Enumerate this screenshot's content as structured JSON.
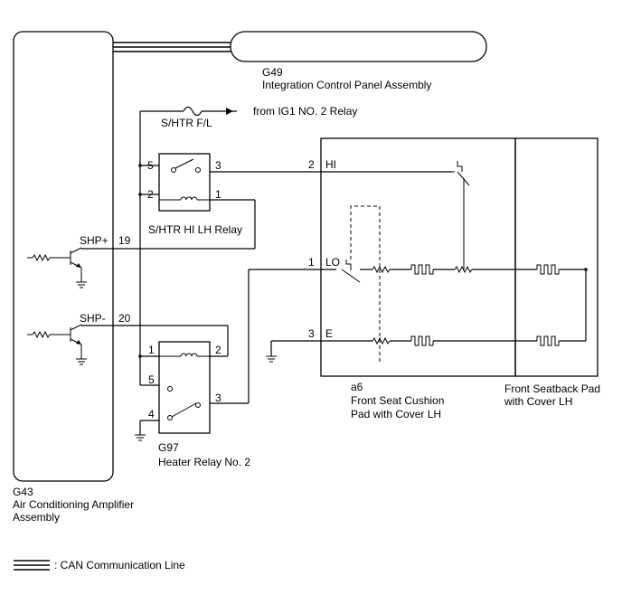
{
  "components": {
    "g49": {
      "code": "G49",
      "name": "Integration Control Panel Assembly"
    },
    "g43": {
      "code": "G43",
      "name_line1": "Air Conditioning Amplifier",
      "name_line2": "Assembly"
    },
    "shtr_relay": {
      "name": "S/HTR HI LH Relay"
    },
    "g97": {
      "code": "G97",
      "name": "Heater Relay No. 2"
    },
    "a6": {
      "code": "a6",
      "name_line1": "Front Seat Cushion",
      "name_line2": "Pad with Cover LH"
    },
    "seatback": {
      "name_line1": "Front Seatback Pad",
      "name_line2": "with Cover LH"
    }
  },
  "labels": {
    "fuse": "S/HTR F/L",
    "from_ig1": "from IG1 NO. 2 Relay",
    "shp_plus": "SHP+",
    "shp_minus": "SHP-",
    "hi": "HI",
    "lo": "LO",
    "e": "E"
  },
  "pins": {
    "shp_plus": "19",
    "shp_minus": "20",
    "relay1_p5": "5",
    "relay1_p3": "3",
    "relay1_p2": "2",
    "relay1_p1": "1",
    "relay2_p1": "1",
    "relay2_p2": "2",
    "relay2_p5": "5",
    "relay2_p4": "4",
    "relay2_p3": "3",
    "a6_hi": "2",
    "a6_lo": "1",
    "a6_e": "3"
  },
  "legend": {
    "can_label": ": CAN Communication Line"
  }
}
